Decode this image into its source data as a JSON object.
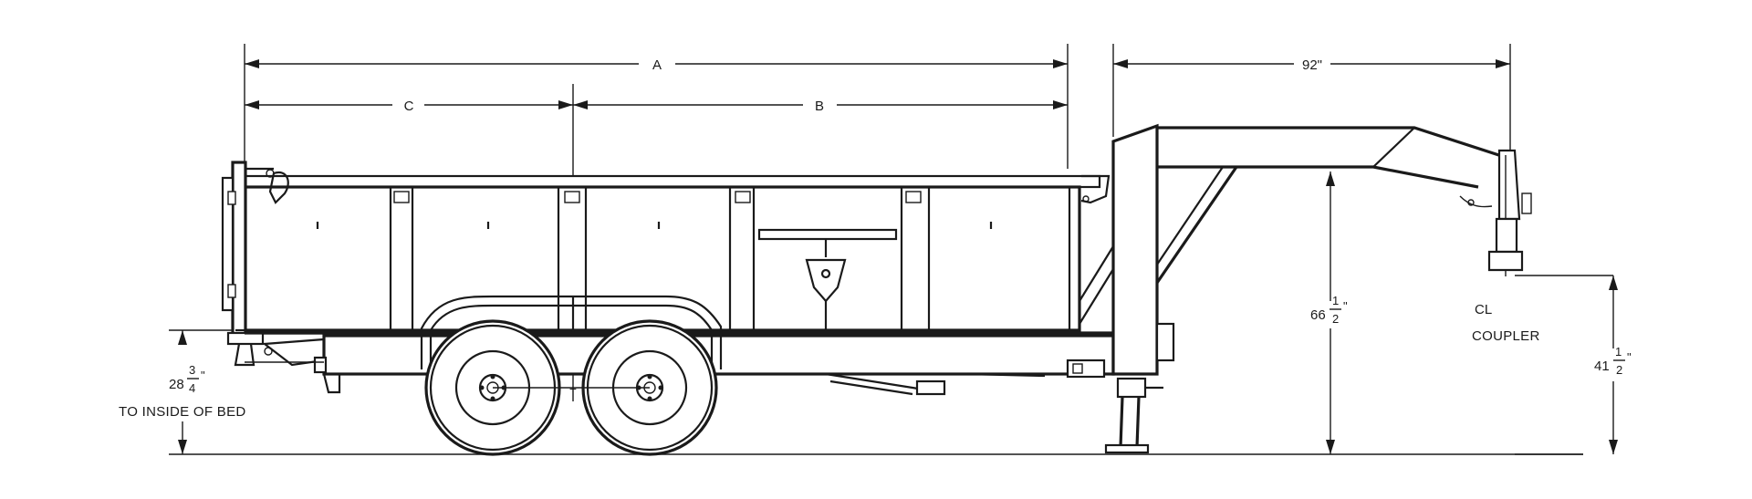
{
  "dimensions": {
    "a": {
      "label": "A"
    },
    "b": {
      "label": "B"
    },
    "c": {
      "label": "C"
    },
    "neck_length": {
      "label": "92\""
    },
    "overall_height": {
      "whole": "66",
      "num": "1",
      "den": "2",
      "unit": "\""
    },
    "coupler_height": {
      "whole": "41",
      "num": "1",
      "den": "2",
      "unit": "\""
    },
    "bed_height": {
      "whole": "28",
      "num": "3",
      "den": "4",
      "unit": "\"",
      "note": "TO INSIDE OF BED"
    }
  },
  "annotations": {
    "centerline_symbol": "CL",
    "coupler": "COUPLER"
  }
}
